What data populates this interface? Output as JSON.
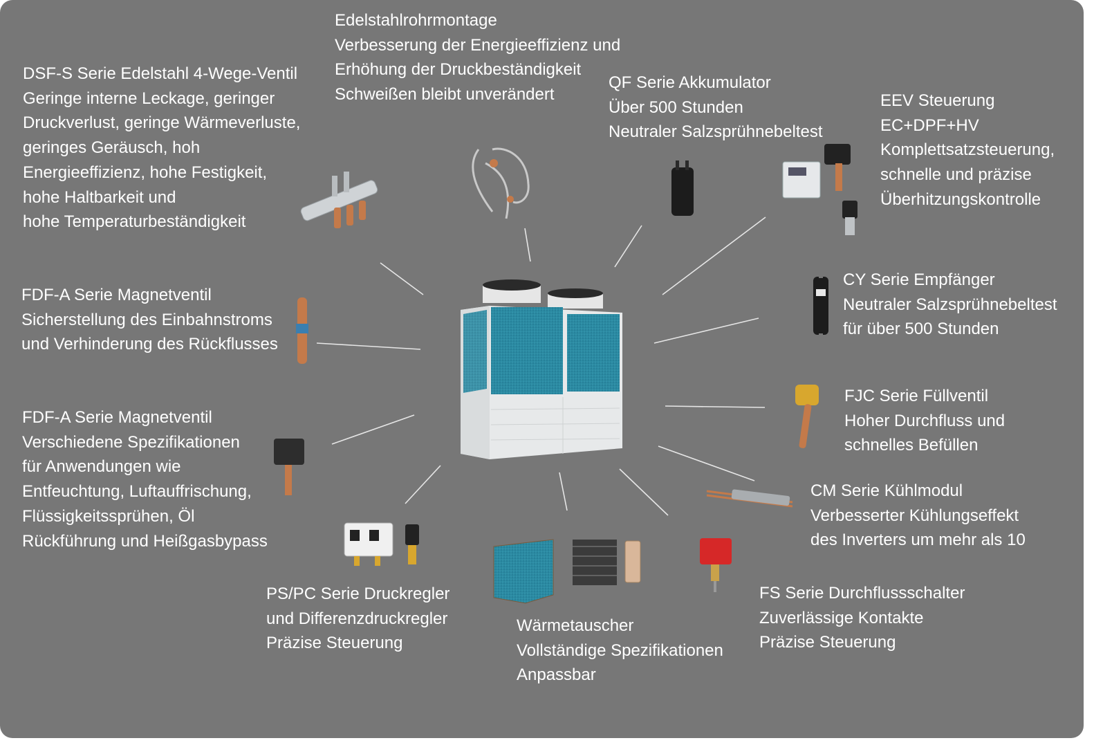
{
  "colors": {
    "background": "#777777",
    "text": "#ffffff",
    "connector": "#e6e6e6",
    "chiller_panel": "#2a90a8"
  },
  "labels": {
    "dsf": [
      "DSF-S Serie Edelstahl 4-Wege-Ventil",
      "Geringe interne Leckage, geringer",
      "Druckverlust, geringe Wärmeverluste,",
      "geringes Geräusch, hoh",
      "Energieeffizienz, hohe Festigkeit,",
      "hohe Haltbarkeit und",
      "hohe Temperaturbeständigkeit"
    ],
    "edelstahl": [
      "Edelstahlrohrmontage",
      "Verbesserung der Energieeffizienz und",
      "Erhöhung der Druckbeständigkeit",
      "Schweißen bleibt unverändert"
    ],
    "qf": [
      "QF Serie Akkumulator",
      "Über 500 Stunden",
      "Neutraler Salzsprühnebeltest"
    ],
    "eev": [
      "EEV Steuerung",
      "EC+DPF+HV",
      "Komplettsatzsteuerung,",
      "schnelle und präzise",
      "Überhitzungskontrolle"
    ],
    "fdf1": [
      "FDF-A Serie Magnetventil",
      "Sicherstellung des Einbahnstroms",
      "und Verhinderung des Rückflusses"
    ],
    "cy": [
      "CY Serie Empfänger",
      "Neutraler Salzsprühnebeltest",
      "für über 500 Stunden"
    ],
    "fdf2": [
      "FDF-A Serie Magnetventil",
      "Verschiedene Spezifikationen",
      "für Anwendungen wie",
      "Entfeuchtung, Luftauffrischung,",
      "Flüssigkeitssprühen, Öl",
      "Rückführung und Heißgasbypass"
    ],
    "fjc": [
      "FJC Serie Füllventil",
      "Hoher Durchfluss und",
      "schnelles Befüllen"
    ],
    "cm": [
      "CM Serie Kühlmodul",
      "Verbesserter Kühlungseffekt",
      "des Inverters um mehr als 10"
    ],
    "ps": [
      "PS/PC Serie Druckregler",
      "und Differenzdruckregler",
      "Präzise Steuerung"
    ],
    "waerme": [
      "Wärmetauscher",
      "Vollständige Spezifikationen",
      "Anpassbar"
    ],
    "fs": [
      "FS Serie Durchflussschalter",
      "Zuverlässige Kontakte",
      "Präzise Steuerung"
    ]
  }
}
